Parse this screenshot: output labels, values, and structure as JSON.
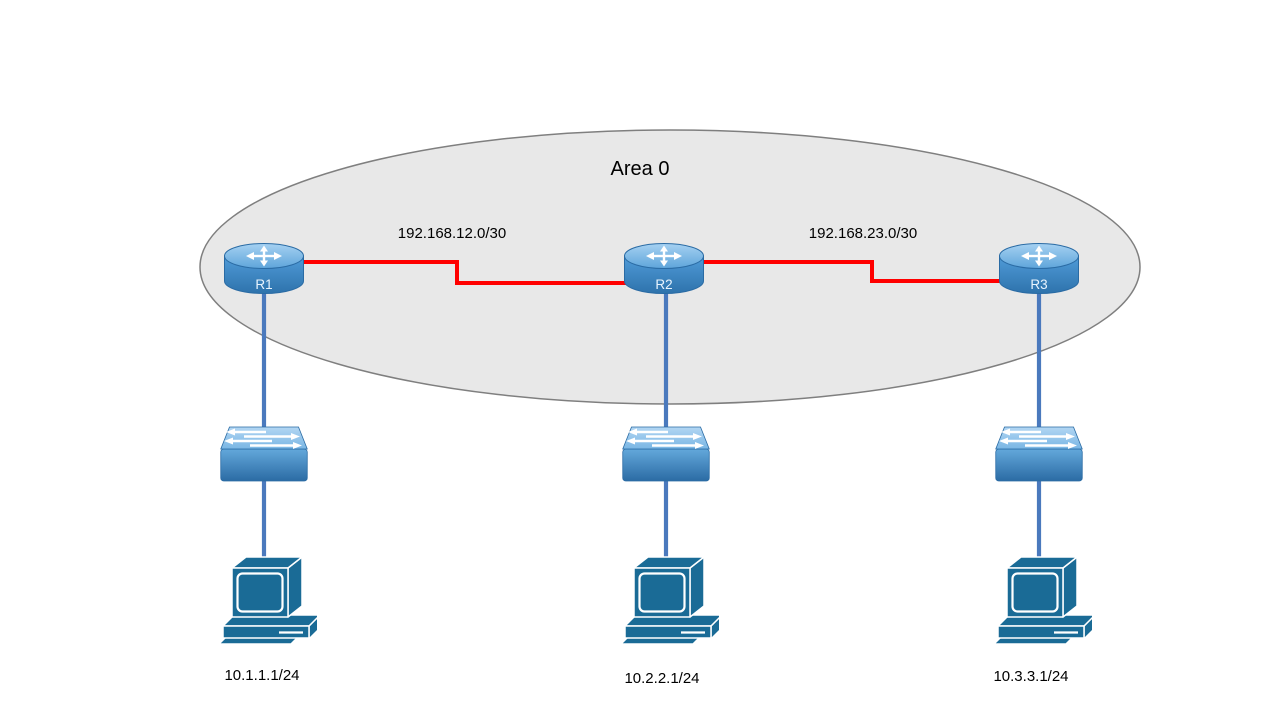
{
  "diagram": {
    "area_label": "Area 0",
    "links": [
      {
        "id": "r1-r2",
        "label": "192.168.12.0/30"
      },
      {
        "id": "r2-r3",
        "label": "192.168.23.0/30"
      }
    ],
    "routers": [
      {
        "name": "R1"
      },
      {
        "name": "R2"
      },
      {
        "name": "R3"
      }
    ],
    "host_subnets": [
      "10.1.1.1/24",
      "10.2.2.1/24",
      "10.3.3.1/24"
    ],
    "colors": {
      "link_red": "#ff0000",
      "connector_blue": "#4a79bd",
      "area_fill": "#e8e8e8",
      "area_border": "#7f7f7f",
      "device_blue": "#4a98d6",
      "pc_teal": "#1a6b96",
      "label_text": "#000000"
    }
  }
}
